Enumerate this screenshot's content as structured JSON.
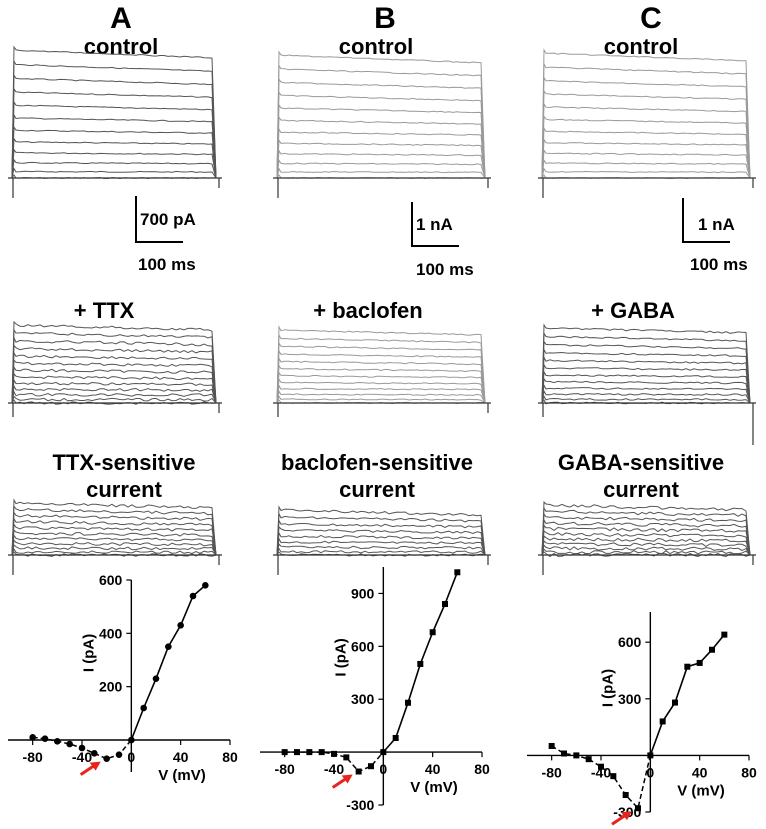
{
  "columns": [
    {
      "letter": "A",
      "titles": [
        "control",
        "+ TTX",
        "TTX-sensitive",
        "current"
      ],
      "scale": {
        "amp": "700 pA",
        "time": "100 ms"
      }
    },
    {
      "letter": "B",
      "titles": [
        "control",
        "+ baclofen",
        "baclofen-sensitive",
        "current"
      ],
      "scale": {
        "amp": "1 nA",
        "time": "100 ms"
      }
    },
    {
      "letter": "C",
      "titles": [
        "control",
        "+ GABA",
        "GABA-sensitive",
        "current"
      ],
      "scale": {
        "amp": "1 nA",
        "time": "100 ms"
      }
    }
  ],
  "colors": {
    "trace_dark": "#555555",
    "trace_light": "#9a9a9a",
    "arrow": "#e8241c",
    "line": "#000000"
  },
  "chart_data": [
    {
      "type": "line",
      "panel": "A",
      "xlabel": "V (mV)",
      "ylabel": "I (pA)",
      "xlim": [
        -100,
        80
      ],
      "ylim": [
        -120,
        600
      ],
      "xticks": [
        -80,
        -40,
        0,
        40,
        80
      ],
      "yticks": [
        200,
        400,
        600
      ],
      "marker": "circle",
      "x": [
        -80,
        -70,
        -60,
        -50,
        -40,
        -30,
        -20,
        -10,
        0,
        10,
        20,
        30,
        40,
        50,
        60
      ],
      "y": [
        10,
        5,
        -5,
        -15,
        -30,
        -50,
        -70,
        -55,
        0,
        120,
        230,
        350,
        430,
        540,
        580
      ],
      "annotation": {
        "type": "arrow",
        "x": -20,
        "y": -70
      }
    },
    {
      "type": "line",
      "panel": "B",
      "xlabel": "V (mV)",
      "ylabel": "I (pA)",
      "xlim": [
        -100,
        80
      ],
      "ylim": [
        -300,
        1050
      ],
      "xticks": [
        -80,
        -40,
        0,
        40,
        80
      ],
      "yticks": [
        -300,
        300,
        600,
        900
      ],
      "marker": "square",
      "x": [
        -80,
        -70,
        -60,
        -50,
        -40,
        -30,
        -20,
        -10,
        0,
        10,
        20,
        30,
        40,
        50,
        60
      ],
      "y": [
        0,
        0,
        0,
        0,
        -10,
        -30,
        -110,
        -80,
        0,
        80,
        280,
        500,
        680,
        840,
        1020
      ],
      "annotation": {
        "type": "arrow",
        "x": -20,
        "y": -110
      }
    },
    {
      "type": "line",
      "panel": "C",
      "xlabel": "V (mV)",
      "ylabel": "I (pA)",
      "xlim": [
        -100,
        80
      ],
      "ylim": [
        -300,
        760
      ],
      "xticks": [
        -80,
        -40,
        0,
        40,
        80
      ],
      "yticks": [
        -300,
        300,
        600
      ],
      "marker": "square",
      "x": [
        -80,
        -70,
        -60,
        -50,
        -40,
        -30,
        -20,
        -10,
        0,
        10,
        20,
        30,
        40,
        50,
        60
      ],
      "y": [
        50,
        10,
        0,
        -20,
        -60,
        -110,
        -210,
        -280,
        0,
        180,
        280,
        470,
        490,
        560,
        640
      ],
      "annotation": {
        "type": "arrow",
        "x": -10,
        "y": -280
      }
    }
  ]
}
